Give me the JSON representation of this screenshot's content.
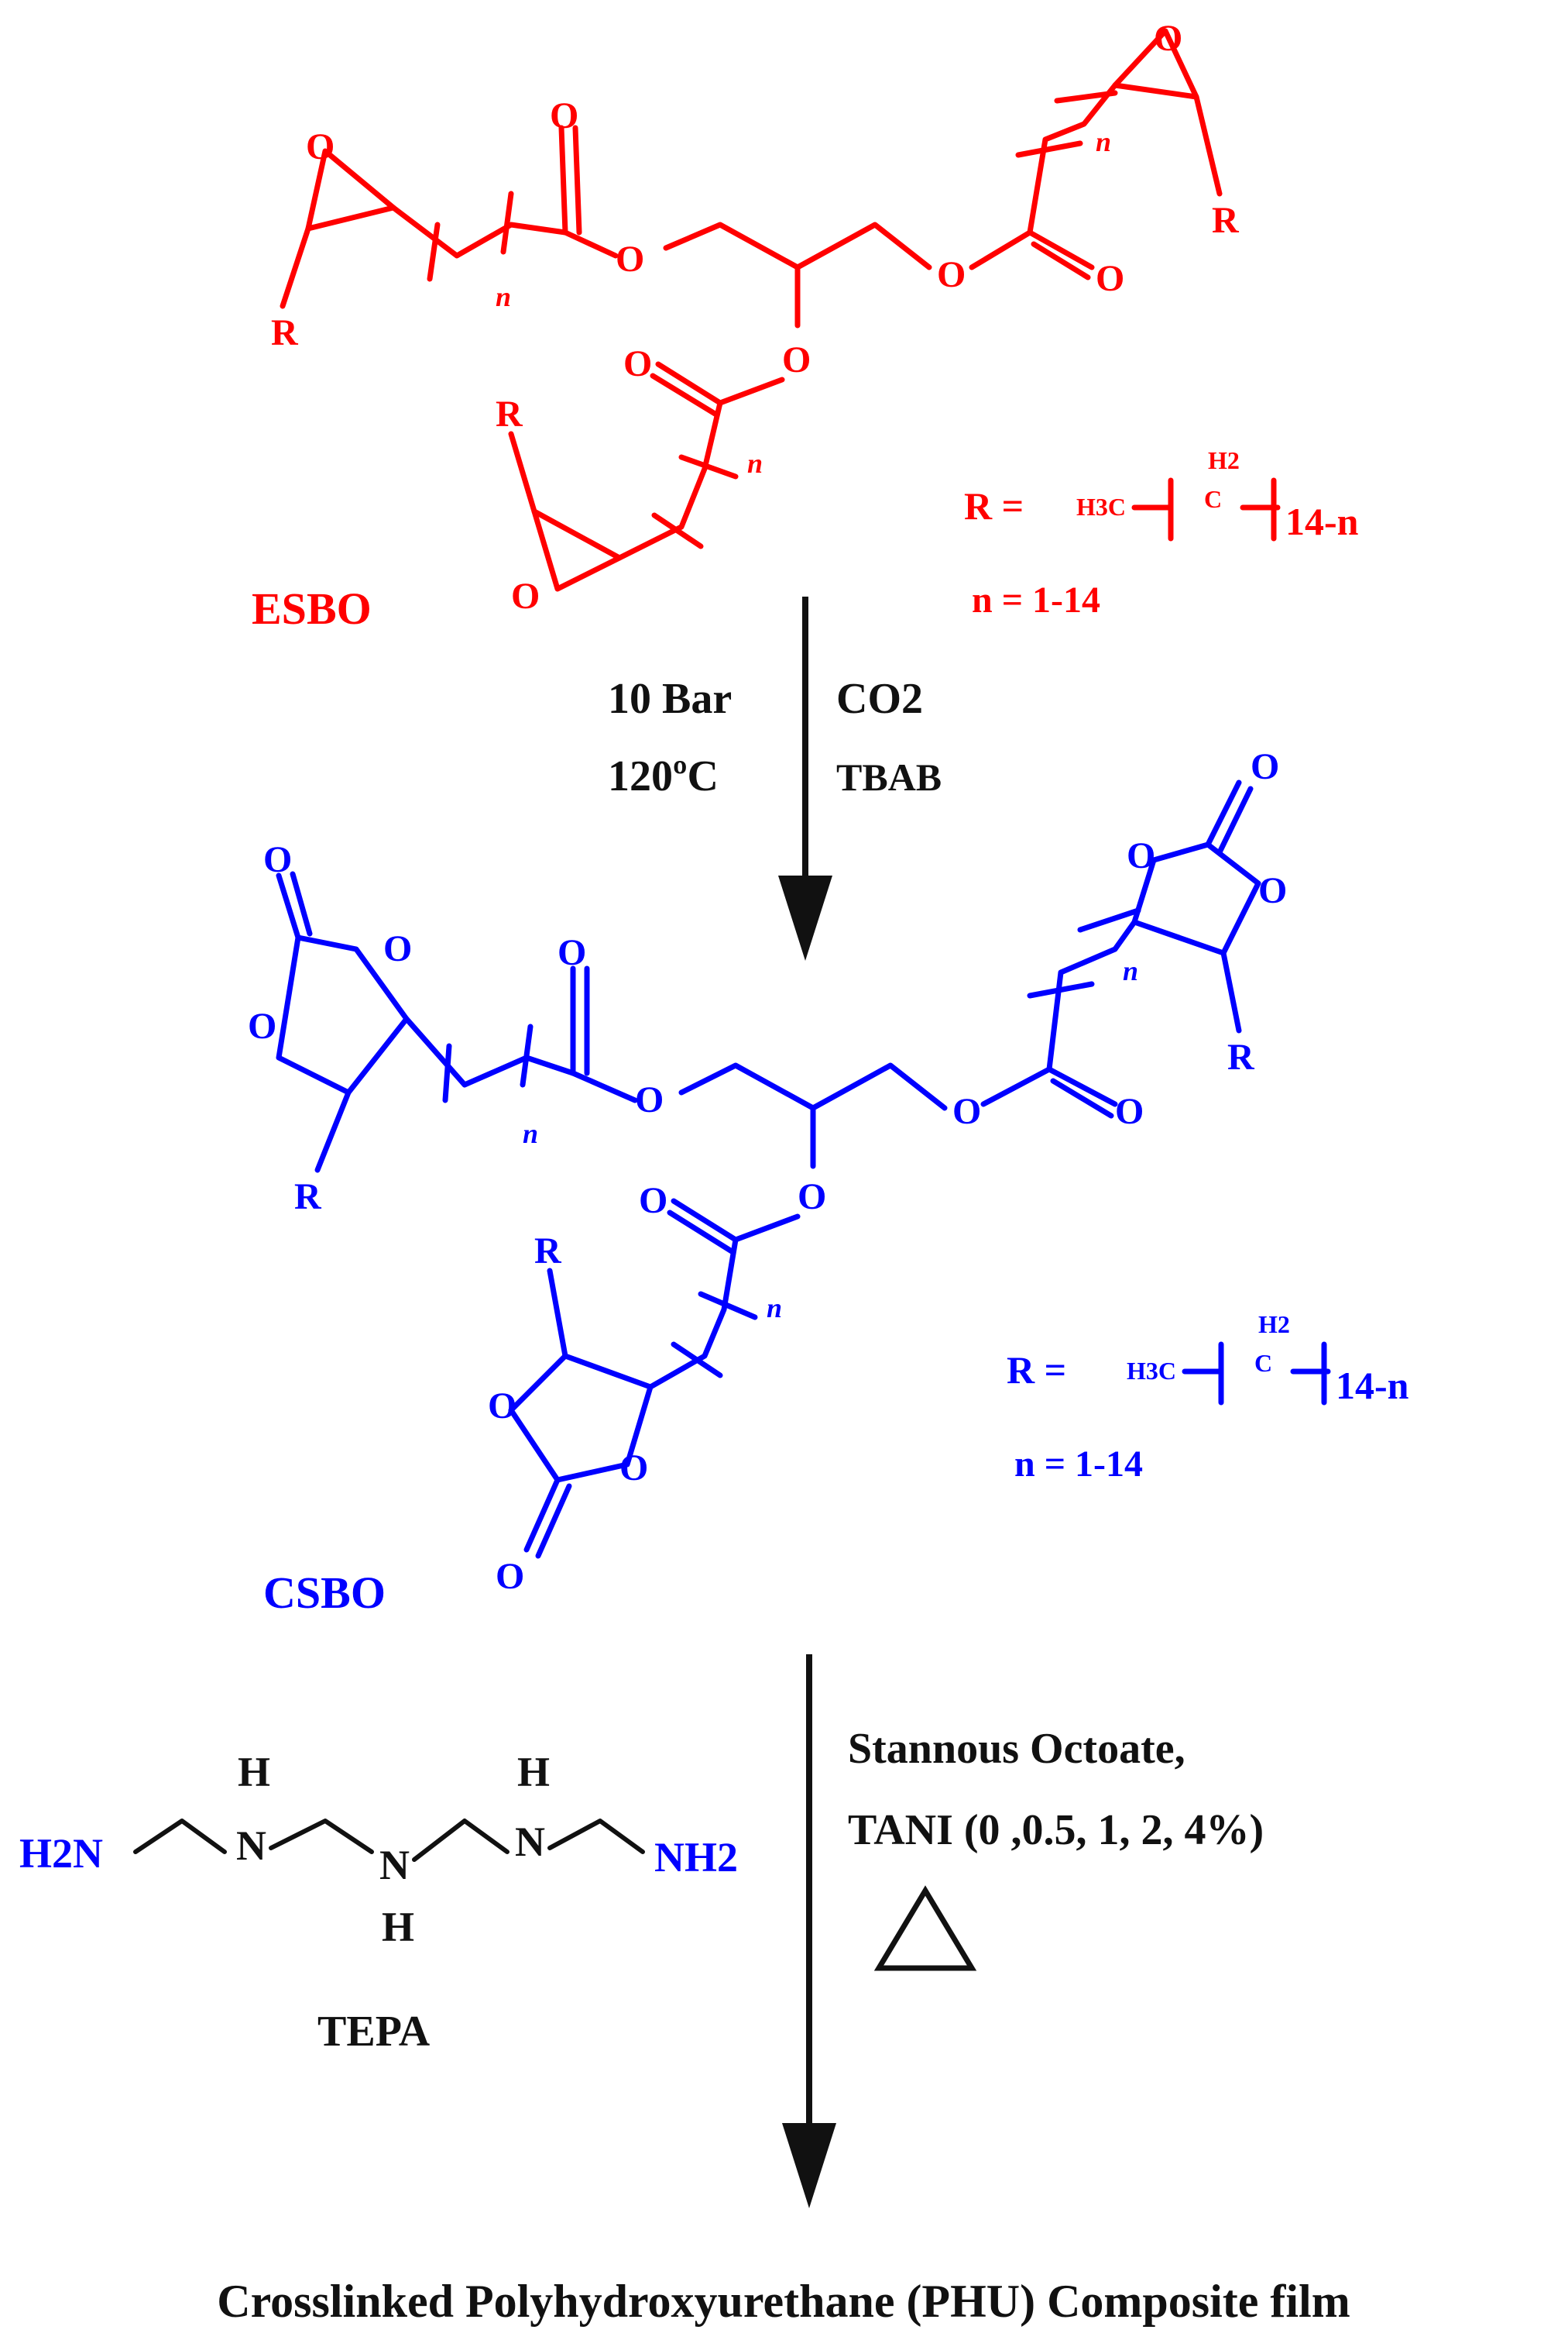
{
  "esbo": {
    "name": "ESBO",
    "r_def_prefix": "R =",
    "r_def_h3c": "H3C",
    "r_def_h2": "H2",
    "r_def_c": "C",
    "r_def_suffix": "14-n",
    "n_range": "n = 1-14",
    "atoms": {
      "O": "O",
      "R": "R",
      "n": "n"
    },
    "color": "#ff0000"
  },
  "step1": {
    "cond_left_1": "10 Bar",
    "cond_left_2": "120ºC",
    "cond_right_1": "CO2",
    "cond_right_2": "TBAB"
  },
  "csbo": {
    "name": "CSBO",
    "r_def_prefix": "R =",
    "r_def_h3c": "H3C",
    "r_def_h2": "H2",
    "r_def_c": "C",
    "r_def_suffix": "14-n",
    "n_range": "n = 1-14",
    "color": "#0000ff"
  },
  "tepa": {
    "name": "TEPA",
    "h2n": "H2N",
    "nh2": "NH2",
    "n": "N",
    "h": "H"
  },
  "step2": {
    "cond_1": "Stannous Octoate,",
    "cond_2": "TANI (0 ,0.5, 1, 2, 4%)",
    "heat_symbol": "triangle"
  },
  "product": {
    "label": "Crosslinked Polyhydroxyurethane (PHU) Composite film"
  }
}
